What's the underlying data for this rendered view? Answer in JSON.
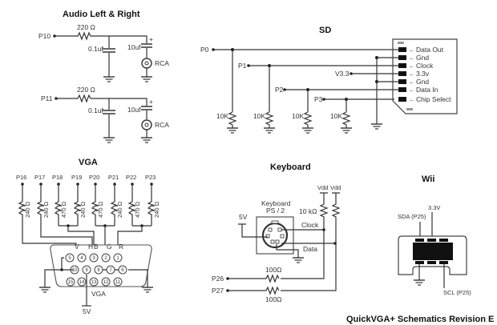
{
  "audio": {
    "title": "Audio Left & Right",
    "channels": [
      {
        "pin": "P10",
        "resistor": "220 Ω",
        "cap_small": "0.1uf",
        "cap_large": "10uf",
        "polarity": "+",
        "connector": "RCA"
      },
      {
        "pin": "P11",
        "resistor": "220 Ω",
        "cap_small": "0.1uf",
        "cap_large": "10uf",
        "polarity": "+",
        "connector": "RCA"
      }
    ]
  },
  "sd": {
    "title": "SD",
    "pins": [
      "P0",
      "P1",
      "P2",
      "P3"
    ],
    "pullups": [
      "10K",
      "10K",
      "10K",
      "10K"
    ],
    "supply": "V3.3",
    "card_pins": [
      "Data Out",
      "Gnd",
      "Clock",
      "3.3v",
      "Gnd",
      "Data In",
      "Chip Select"
    ]
  },
  "vga": {
    "title": "VGA",
    "pins": [
      "P16",
      "P17",
      "P18",
      "P19",
      "P20",
      "P21",
      "P22",
      "P23"
    ],
    "resistors": [
      "240 Ω",
      "240 Ω",
      "470 Ω",
      "240 Ω",
      "470 Ω",
      "240 Ω",
      "470 Ω",
      "240 Ω"
    ],
    "signals": [
      "V",
      "H",
      "B",
      "G",
      "R"
    ],
    "connector_label": "VGA",
    "supply": "5V",
    "row1": [
      "5",
      "4",
      "3",
      "2",
      "1"
    ],
    "row2": [
      "10",
      "9",
      "8",
      "7",
      "6"
    ],
    "row3": [
      "15",
      "14",
      "13",
      "12",
      "11"
    ]
  },
  "keyboard": {
    "title": "Keyboard",
    "connector_line1": "Keyboard",
    "connector_line2": "PS / 2",
    "supply": "5V",
    "vdd": [
      "Vdd",
      "Vdd"
    ],
    "pullup": "10 kΩ",
    "clock": "Clock",
    "data": "Data",
    "pins": [
      "P26",
      "P27"
    ],
    "series": [
      "100Ω",
      "100Ω"
    ]
  },
  "wii": {
    "title": "Wii",
    "supply": "3.3V",
    "sda": "SDA (P25)",
    "scl": "SCL (P25)"
  },
  "footer": "QuickVGA+ Schematics Revision E"
}
